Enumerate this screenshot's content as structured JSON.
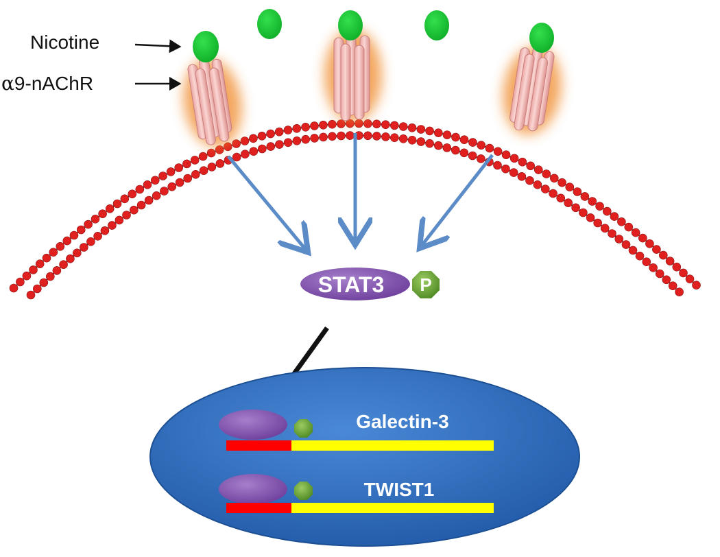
{
  "labels": {
    "ligand": "Nicotine",
    "receptor_greek": "α",
    "receptor_rest": "9-nAChR",
    "transcription_factor": "STAT3",
    "phospho": "P",
    "gene_1": "Galectin-3",
    "gene_2": "TWIST1"
  },
  "colors": {
    "background": "#ffffff",
    "nicotine": "#1fce3a",
    "lipid_head": "#e01f1f",
    "receptor_fill": "#f7c2bf",
    "receptor_glow": "#f08a2c",
    "signal_arrow": "#5b8cc7",
    "stat3": "#8a5bb5",
    "phospho": "#6fa83c",
    "nucleus": "#2f6fc2",
    "promoter": "#ff0000",
    "gene_body": "#ffff00"
  },
  "icons": {
    "ligand": "green-ellipse",
    "receptor": "cylinder-bundle-icon",
    "phosphate": "octagon-icon"
  }
}
